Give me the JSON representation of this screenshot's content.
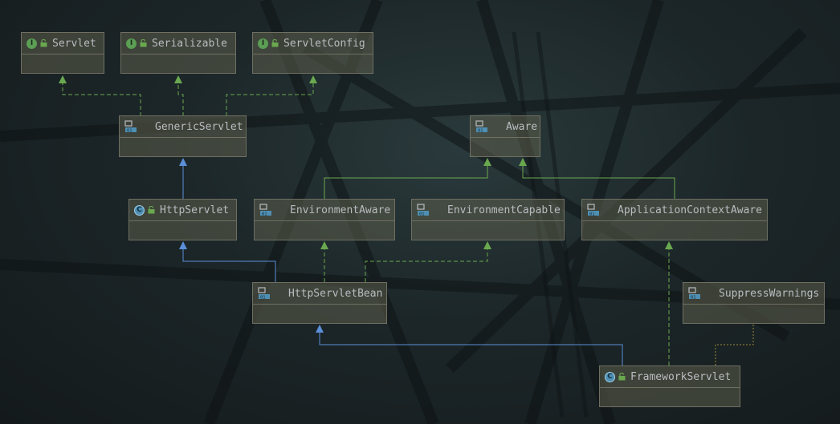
{
  "diagram": {
    "nodes": {
      "servlet": {
        "label": "Servlet",
        "kind": "interface"
      },
      "serializable": {
        "label": "Serializable",
        "kind": "interface"
      },
      "servletConfig": {
        "label": "ServletConfig",
        "kind": "interface"
      },
      "genericServlet": {
        "label": "GenericServlet",
        "kind": "abstract"
      },
      "aware": {
        "label": "Aware",
        "kind": "abstract"
      },
      "httpServlet": {
        "label": "HttpServlet",
        "kind": "class"
      },
      "environmentAware": {
        "label": "EnvironmentAware",
        "kind": "abstract"
      },
      "environmentCapable": {
        "label": "EnvironmentCapable",
        "kind": "abstract"
      },
      "appContextAware": {
        "label": "ApplicationContextAware",
        "kind": "abstract"
      },
      "httpServletBean": {
        "label": "HttpServletBean",
        "kind": "abstract"
      },
      "suppressWarnings": {
        "label": "SuppressWarnings",
        "kind": "abstract"
      },
      "frameworkServlet": {
        "label": "FrameworkServlet",
        "kind": "class"
      }
    },
    "edge_types": {
      "extends": "solid blue arrow",
      "implements": "dashed green arrow",
      "annotation": "dotted olive line"
    },
    "colors": {
      "extends": "#5b8fd8",
      "implements": "#6aa84f",
      "annotation": "#9c8b3a",
      "node_fill": "#5c5e4c",
      "node_border": "#6f6f62",
      "text": "#b9bcc0"
    }
  }
}
